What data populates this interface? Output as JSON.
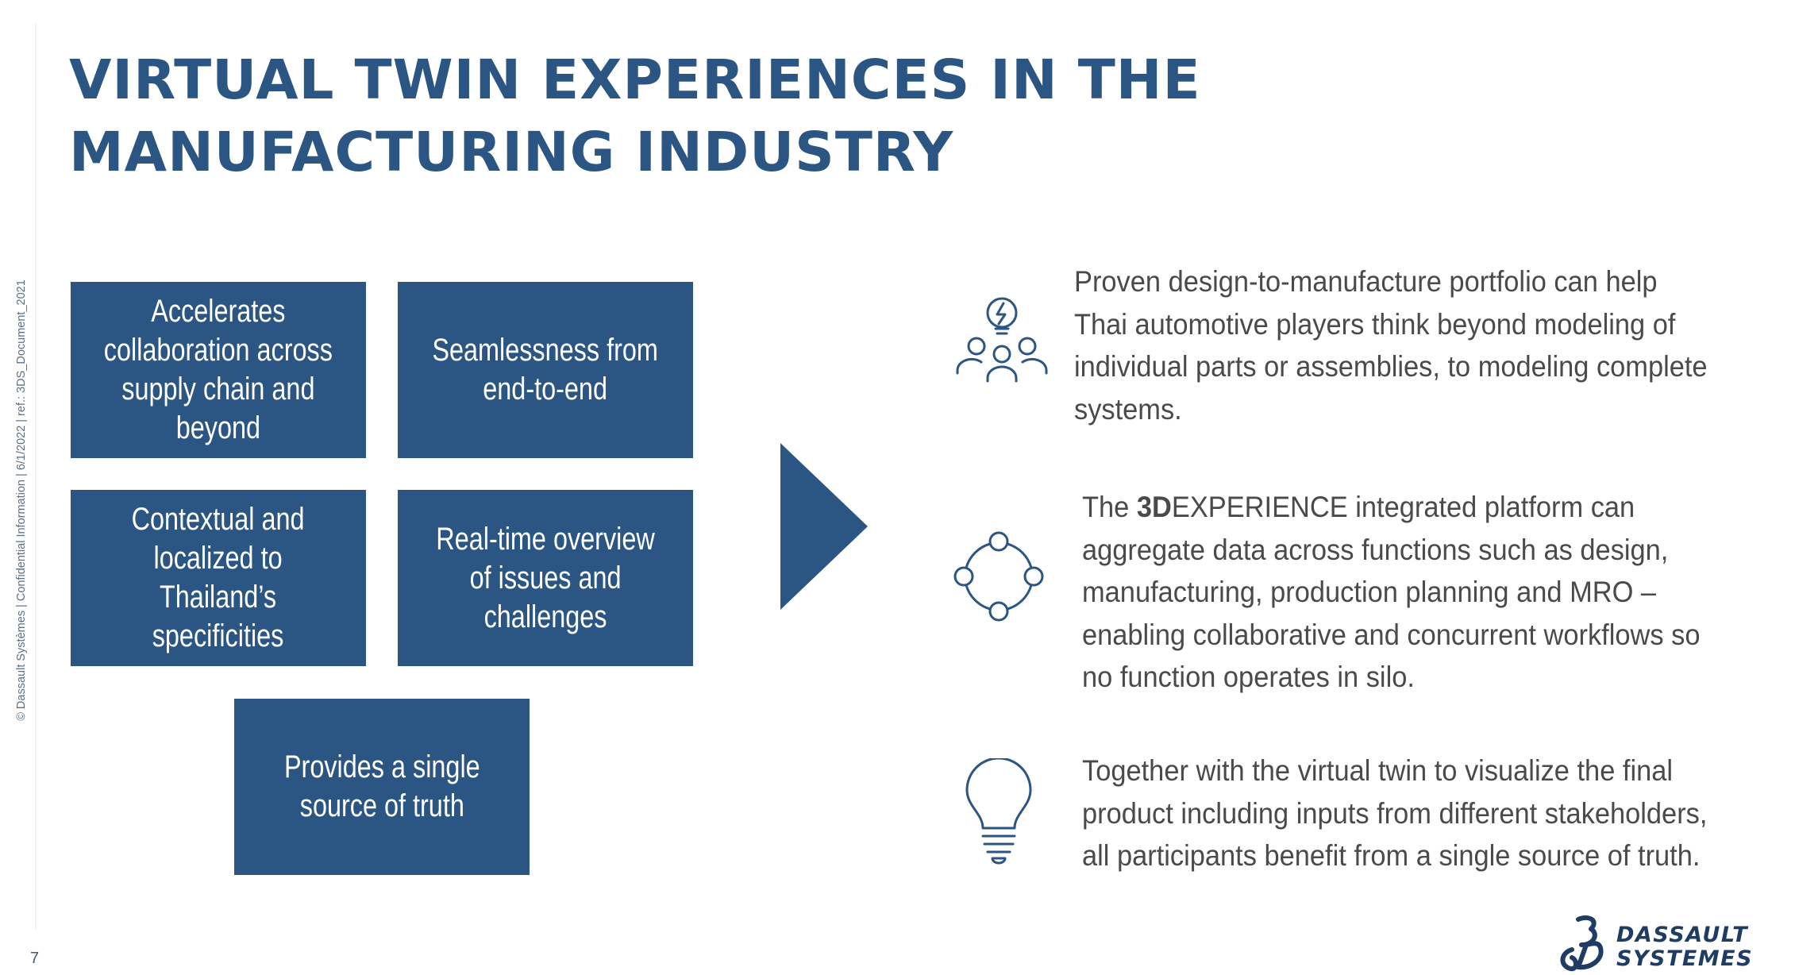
{
  "slide": {
    "title": "VIRTUAL TWIN EXPERIENCES IN THE MANUFACTURING INDUSTRY",
    "side_note": "© Dassault Systèmes | Confidential Information |   6/1/2022  |  ref.: 3DS_Document_2021",
    "page_number": "7"
  },
  "benefits": [
    {
      "lines": [
        "Accelerates",
        "collaboration across",
        "supply chain and",
        "beyond"
      ]
    },
    {
      "lines": [
        "Seamlessness from",
        "end-to-end"
      ]
    },
    {
      "lines": [
        "Contextual and",
        "localized to",
        "Thailand’s",
        "specificities"
      ]
    },
    {
      "lines": [
        "Real-time overview",
        "of issues and",
        "challenges"
      ]
    },
    {
      "lines": [
        "Provides a single",
        "source of truth"
      ]
    }
  ],
  "features": [
    {
      "icon": "team-idea-icon",
      "lines": [
        "Proven design-to-manufacture portfolio can help",
        "Thai automotive players think beyond modeling of",
        "individual parts or assemblies, to modeling complete",
        "systems."
      ]
    },
    {
      "icon": "circular-network-icon",
      "line1_prefix": "The ",
      "line1_bold": "3D",
      "line1_suffix": "EXPERIENCE integrated platform can",
      "lines": [
        "aggregate data across functions such as design,",
        "manufacturing, production planning and MRO –",
        "enabling collaborative and concurrent workflows so",
        "no function operates in silo."
      ]
    },
    {
      "icon": "lightbulb-icon",
      "lines": [
        "Together with the virtual twin to visualize the final",
        "product including inputs from different stakeholders,",
        "all participants benefit from a single source of truth."
      ]
    }
  ],
  "logo": {
    "brand_line1": "DASSAULT",
    "brand_line2": "SYSTEMES"
  },
  "colors": {
    "primary_blue": "#2b5582",
    "body_text": "#4a4a4a",
    "icon_stroke": "#2b5582"
  }
}
